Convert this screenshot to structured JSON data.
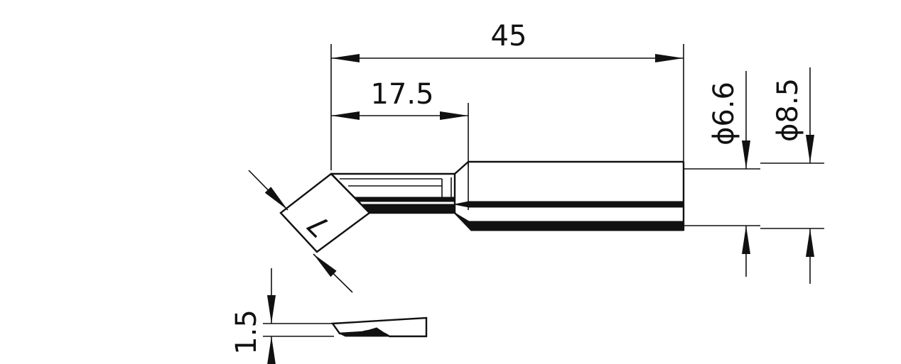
{
  "dimensions": {
    "overall_length": "45",
    "tip_length": "17.5",
    "shank_diameter": "ϕ6.6",
    "sleeve_diameter": "ϕ8.5",
    "tip_width": "7",
    "tip_thickness": "1.5"
  }
}
